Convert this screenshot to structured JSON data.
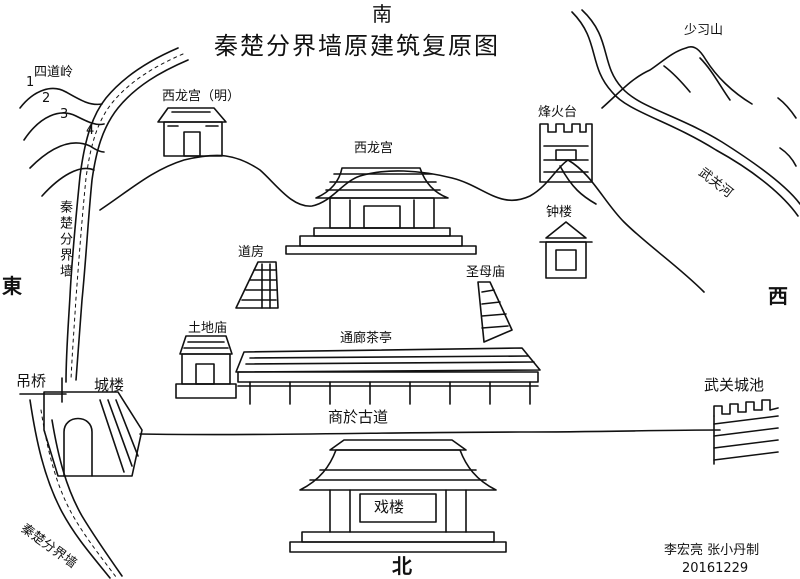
{
  "title": "秦楚分界墙原建筑复原图",
  "directions": {
    "south": "南",
    "north": "北",
    "east": "東",
    "west": "西"
  },
  "labels": {
    "shaosishan": "少习山",
    "sidaoling": "四道岭",
    "xilonggong_ming": "西龙宫（明）",
    "xilonggong": "西龙宫",
    "fenghuotai": "烽火台",
    "zhonglou": "钟楼",
    "wuguanhe": "武关河",
    "qinchu_wall_north": "秦楚分界墙",
    "qinchu_wall_south": "秦楚分界墙",
    "daofang": "道房",
    "shengmumiao": "圣母庙",
    "tudimiao": "土地庙",
    "langlang_chating": "通廊茶亭",
    "diaoqiao": "吊桥",
    "chenglou": "城楼",
    "wuguan_chengchi": "武关城池",
    "shangyu_gudao": "商於古道",
    "xilou": "戏楼"
  },
  "ridge_numbers": [
    "1",
    "2",
    "3",
    "4"
  ],
  "credit": {
    "authors": "李宏亮 张小丹制",
    "date": "20161229"
  }
}
